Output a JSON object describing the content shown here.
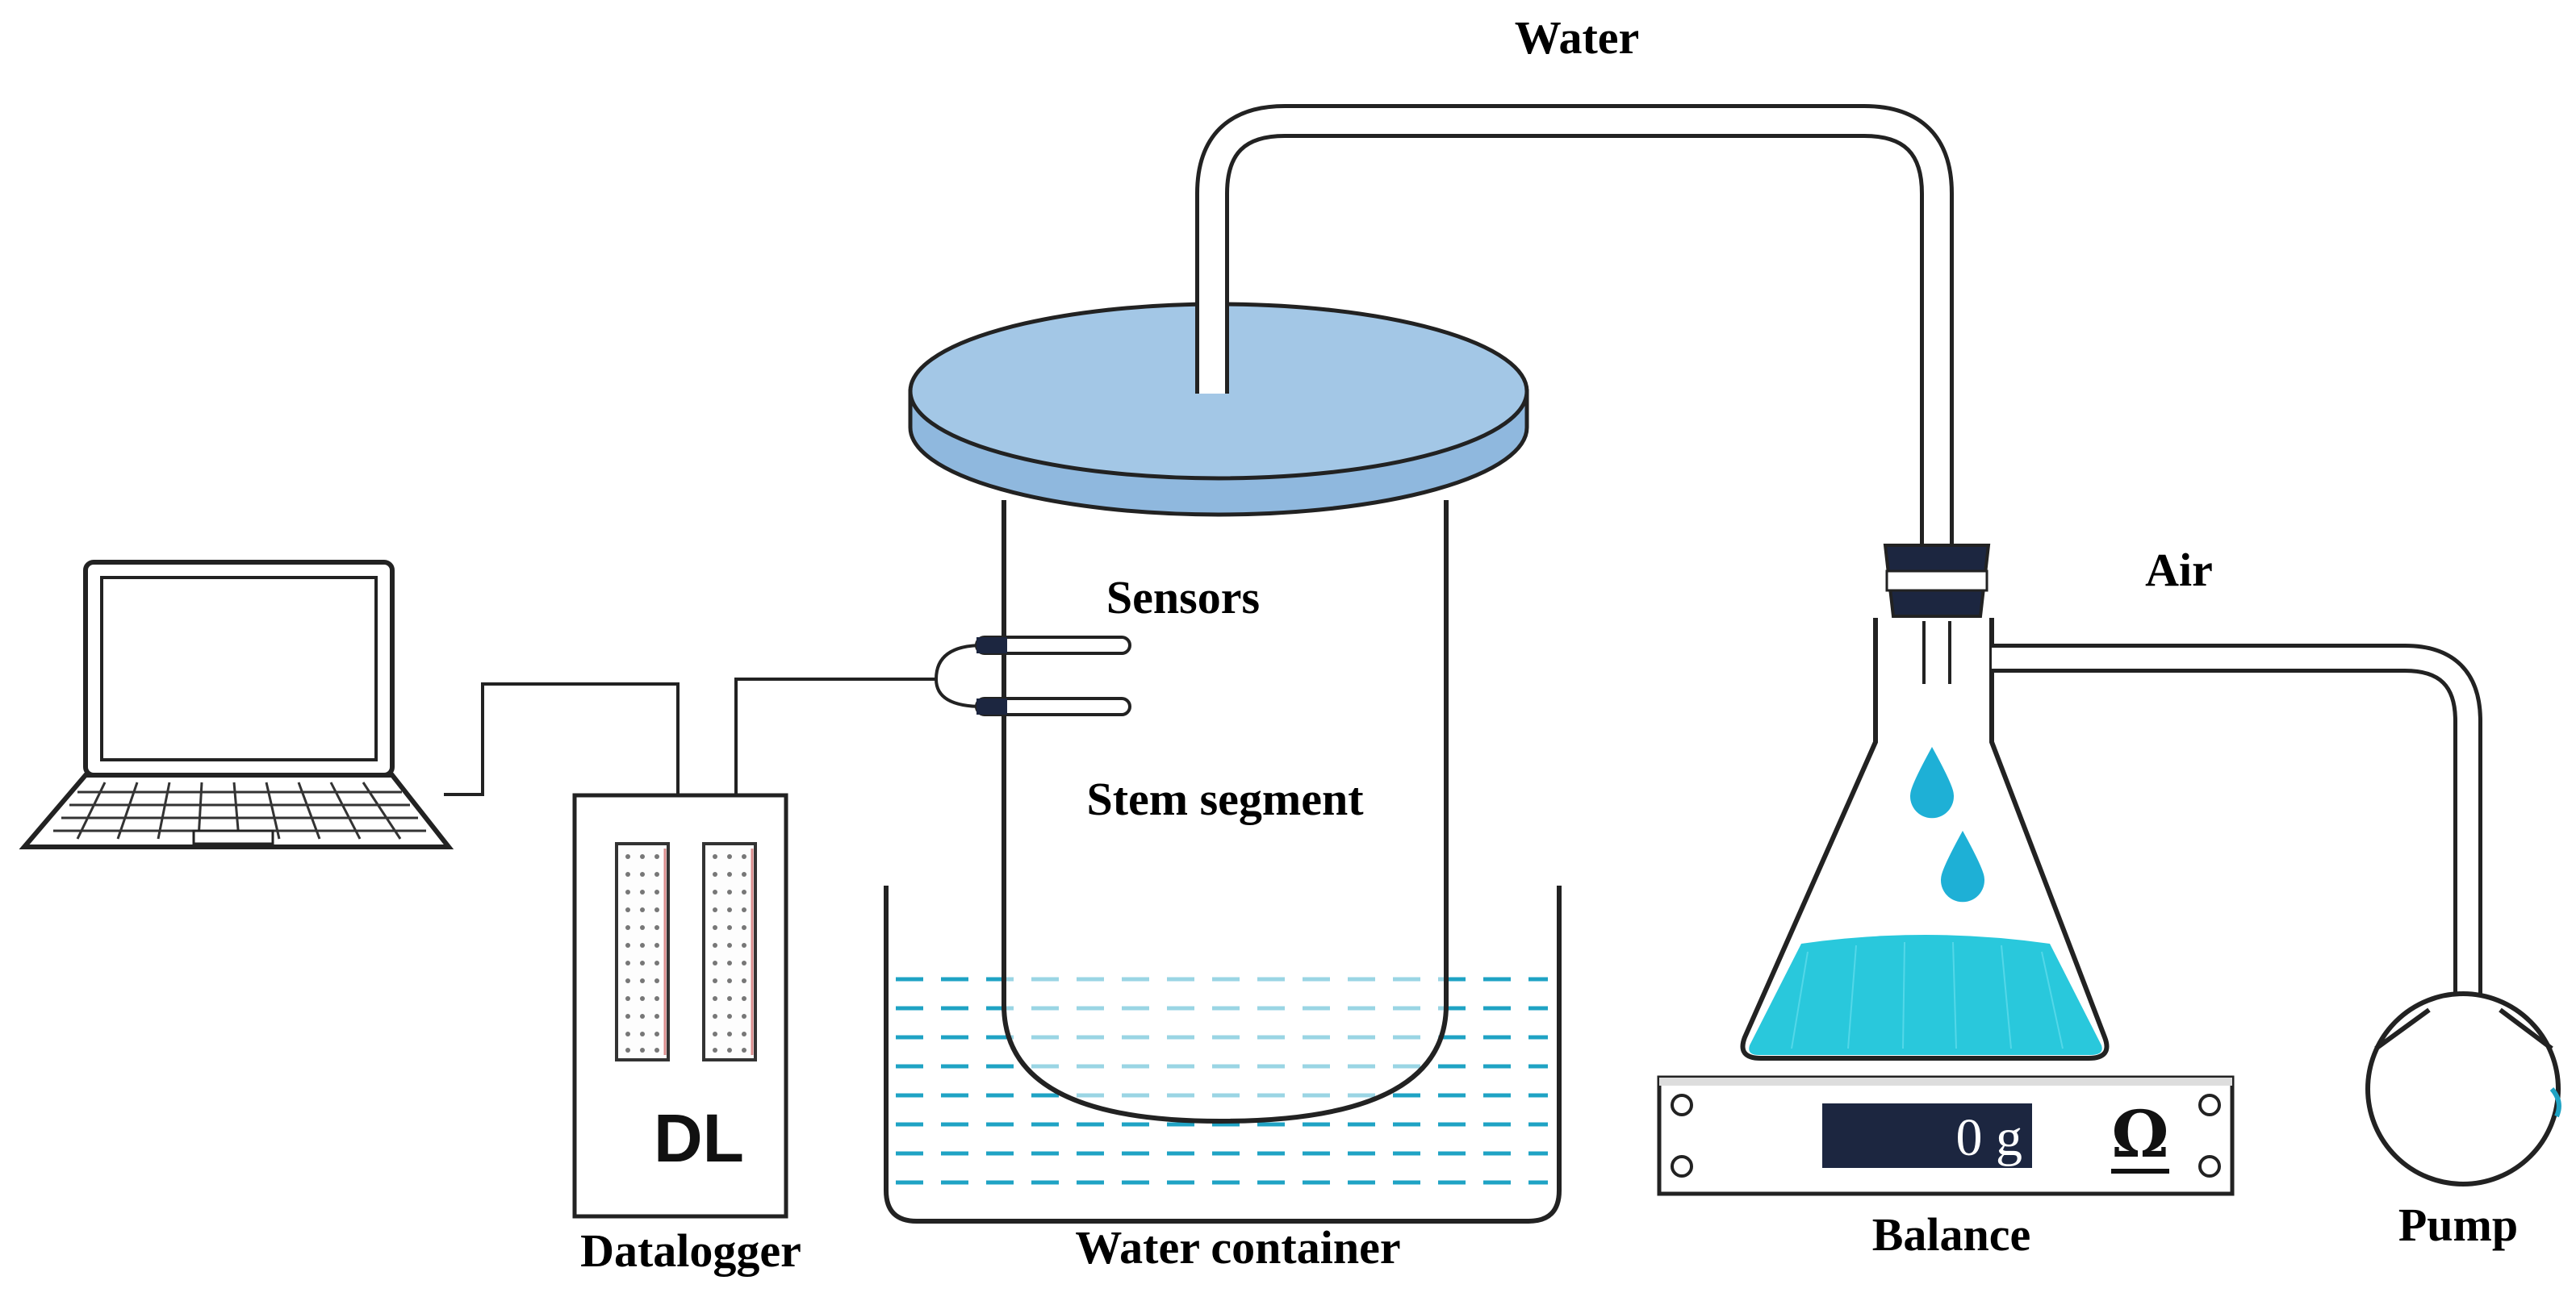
{
  "labels": {
    "water": "Water",
    "air": "Air",
    "sensors": "Sensors",
    "stem_segment": "Stem segment",
    "datalogger": "Datalogger",
    "water_container": "Water container",
    "balance": "Balance",
    "pump": "Pump"
  },
  "datalogger_display": "DL",
  "balance_display": {
    "reading": "0 g",
    "logo": "Ω"
  },
  "colors": {
    "lid": "#a3c7e6",
    "lid_edge": "#8fb8de",
    "water_dashes": "#1fa3c4",
    "flask_liquid": "#29c8dc",
    "droplet": "#1eb0d6",
    "balance_display": "#1c2640",
    "outline": "#222222"
  }
}
